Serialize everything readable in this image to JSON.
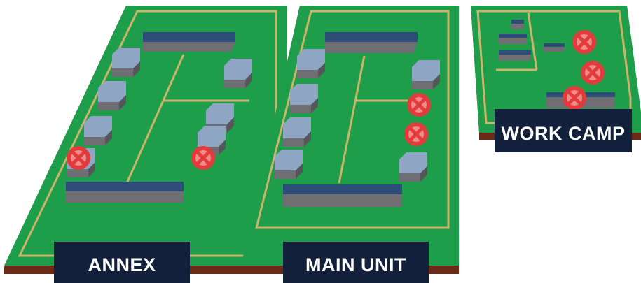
{
  "colors": {
    "grass": "#1e9e4a",
    "grass_dark": "#178a3f",
    "soil": "#6b2a17",
    "path": "#c9b46a",
    "building_roof": "#8ea6c4",
    "building_wall": "#6e6e73",
    "long_building_roof": "#2d4c77",
    "label_bg": "#13203b",
    "marker_red": "#e23b3b"
  },
  "areas": [
    {
      "label": "ANNEX",
      "closed_buildings": 2
    },
    {
      "label": "MAIN UNIT",
      "closed_buildings": 2
    },
    {
      "label": "WORK CAMP",
      "closed_buildings": 3
    }
  ],
  "marker_icon": "x-circle-icon"
}
